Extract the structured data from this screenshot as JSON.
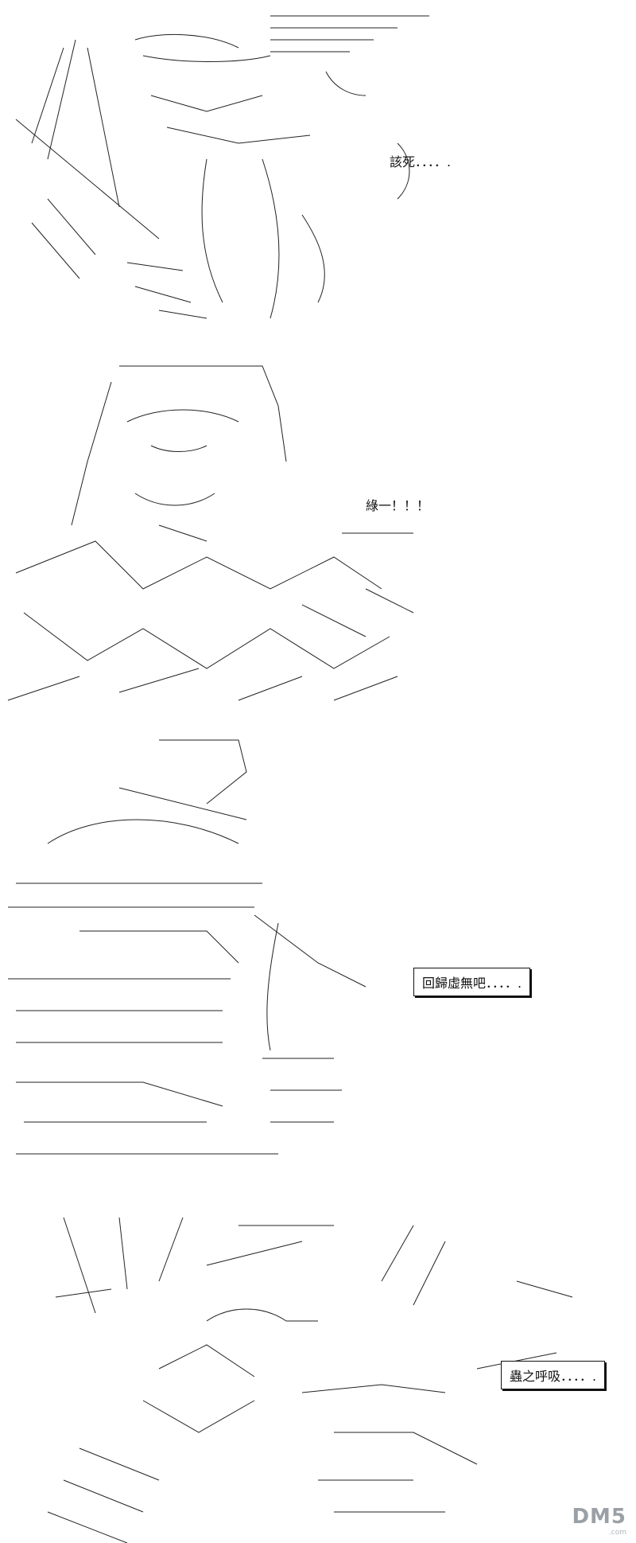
{
  "panels": [
    {
      "id": "panel-1",
      "caption": "該死．．．．."
    },
    {
      "id": "panel-2",
      "caption": "綠一！！！"
    },
    {
      "id": "panel-3",
      "caption": "回歸虛無吧．．．．."
    },
    {
      "id": "panel-4",
      "caption": "蟲之呼吸．．．．."
    }
  ],
  "watermark": {
    "brand": "DM5",
    "domain": ".com"
  }
}
